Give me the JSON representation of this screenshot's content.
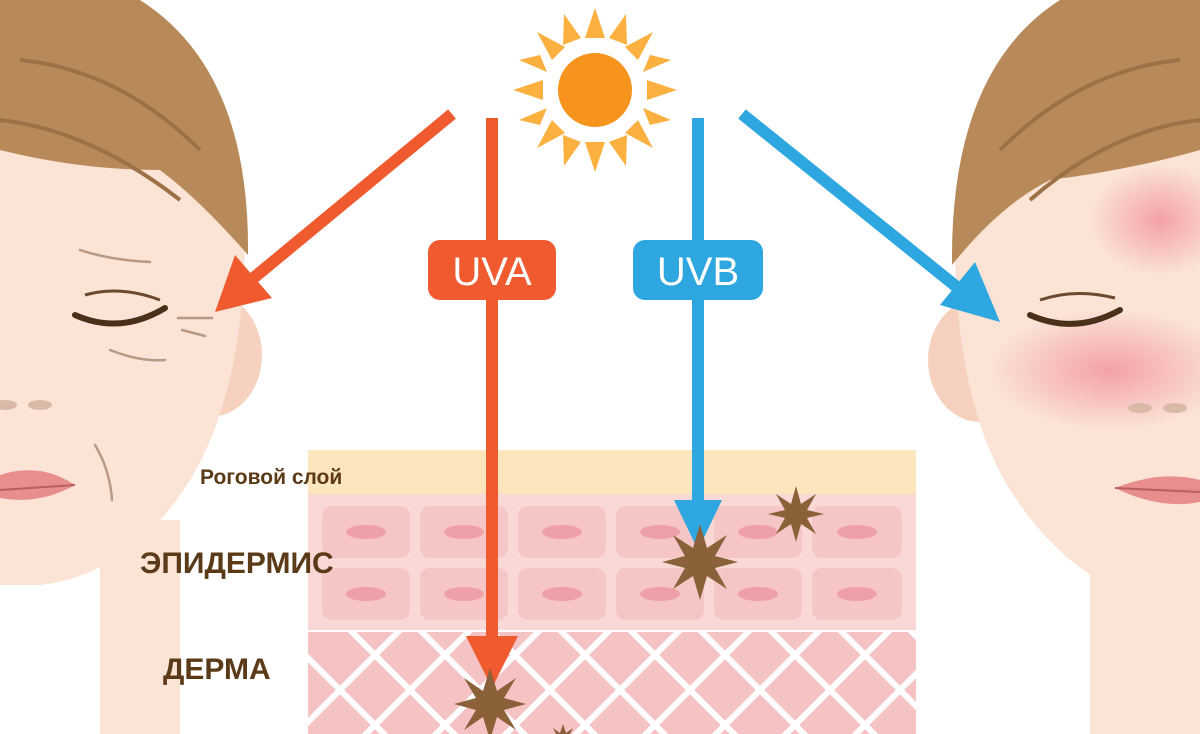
{
  "badges": {
    "uva": "UVA",
    "uvb": "UVB"
  },
  "layers": {
    "stratum_corneum": "Роговой слой",
    "epidermis": "ЭПИДЕРМИС",
    "dermis": "ДЕРМА"
  },
  "colors": {
    "uva": "#ef5a2e",
    "uvb": "#2ea7e0",
    "sun": "#f7941d",
    "sun_rays": "#fbb040",
    "skin": "#fbe3d6",
    "hair": "#b88a5a",
    "corneum": "#fde6be",
    "epidermis": "#f9d0cf",
    "dermis": "#f5bfc1",
    "damage": "#8a6139",
    "label": "#5a3a17"
  }
}
